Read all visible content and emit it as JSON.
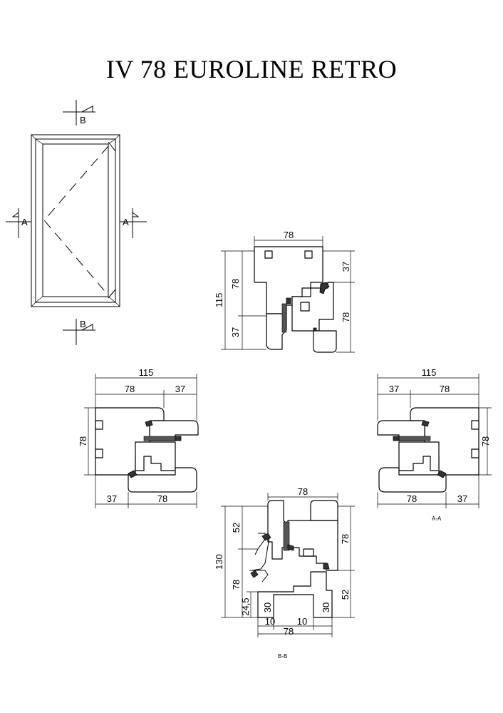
{
  "title": "IV 78 EUROLINE RETRO",
  "window_elevation": {
    "section_marks": {
      "top": "B",
      "bottom": "B",
      "left": "A",
      "right": "A"
    }
  },
  "views": {
    "top_section": {
      "dims": {
        "width": "78",
        "overall": "115",
        "upper_left": "78",
        "lower_left": "37",
        "upper_right": "37",
        "lower_right": "78"
      }
    },
    "left_section": {
      "dims": {
        "overall": "115",
        "top_left": "78",
        "top_right": "37",
        "height": "78",
        "bottom_left": "37",
        "bottom_right": "78"
      }
    },
    "right_section": {
      "dims": {
        "overall": "115",
        "top_left": "37",
        "top_right": "78",
        "height": "78",
        "bottom_left": "78",
        "bottom_right": "37"
      },
      "caption": "A-A"
    },
    "bottom_section": {
      "dims": {
        "width": "78",
        "overall": "130",
        "left_upper": "52",
        "left_lower": "78",
        "left_small": "24,5",
        "inner_30_left": "30",
        "inner_30_right": "30",
        "right_upper": "78",
        "right_lower": "52",
        "bottom_10_left": "10",
        "bottom_10_right": "10",
        "bottom_width": "78"
      },
      "caption": "B-B"
    }
  },
  "colors": {
    "line": "#000000",
    "seal": "#333333",
    "background": "#ffffff"
  }
}
